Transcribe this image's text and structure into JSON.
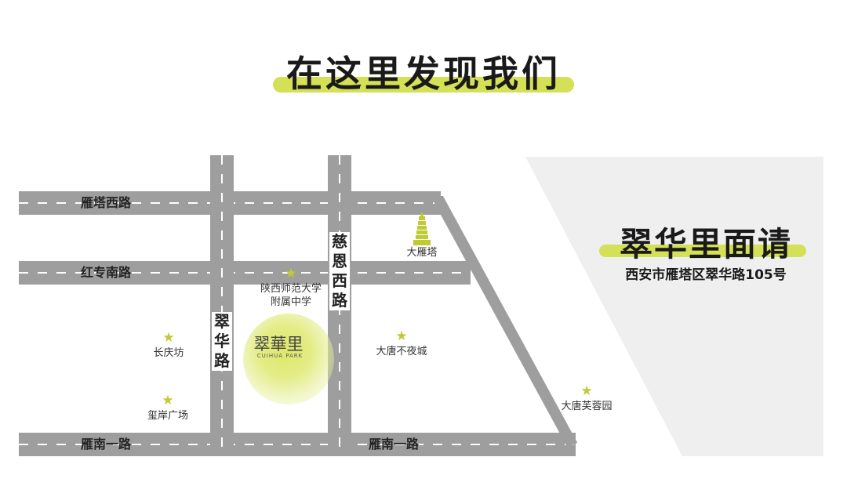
{
  "title": "在这里发现我们",
  "accent_color": "#d4e157",
  "road_color": "#9e9e9e",
  "star_color": "#c0ca33",
  "roads": {
    "yanta_west": "雁塔西路",
    "hongzhuan_south": "红专南路",
    "yannan_1_left": "雁南一路",
    "yannan_1_right": "雁南一路",
    "cuihua": "翠华路",
    "cien_west": "慈恩西路"
  },
  "pois": {
    "big_goose_pagoda": "大雁塔",
    "shaanxi_normal_line1": "陕西师范大学",
    "shaanxi_normal_line2": "附属中学",
    "changqingfang": "长庆坊",
    "xi_an_plaza": "玺岸广场",
    "datang_everbright": "大唐不夜城",
    "datang_furong": "大唐芙蓉园"
  },
  "landmark": {
    "name_cn": "翠華里",
    "name_en": "CUIHUA PARK"
  },
  "contact": {
    "title": "翠华里面请",
    "address": "西安市雁塔区翠华路105号"
  }
}
